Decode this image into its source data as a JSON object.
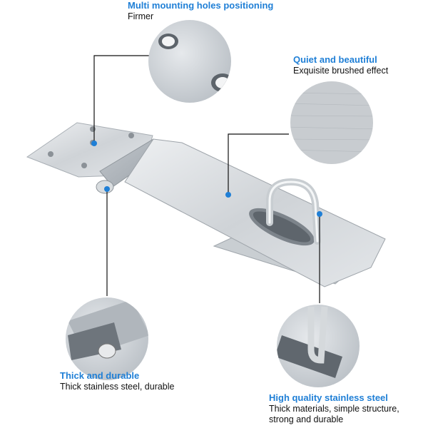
{
  "accent_color": "#1f7fd6",
  "callouts": [
    {
      "title": "Multi mounting holes positioning",
      "desc": "Firmer"
    },
    {
      "title": "Quiet and beautiful",
      "desc": "Exquisite brushed effect"
    },
    {
      "title": "Thick and durable",
      "desc": "Thick stainless steel, durable"
    },
    {
      "title": "High quality stainless steel",
      "desc": "Thick materials, simple structure, strong and durable"
    }
  ]
}
